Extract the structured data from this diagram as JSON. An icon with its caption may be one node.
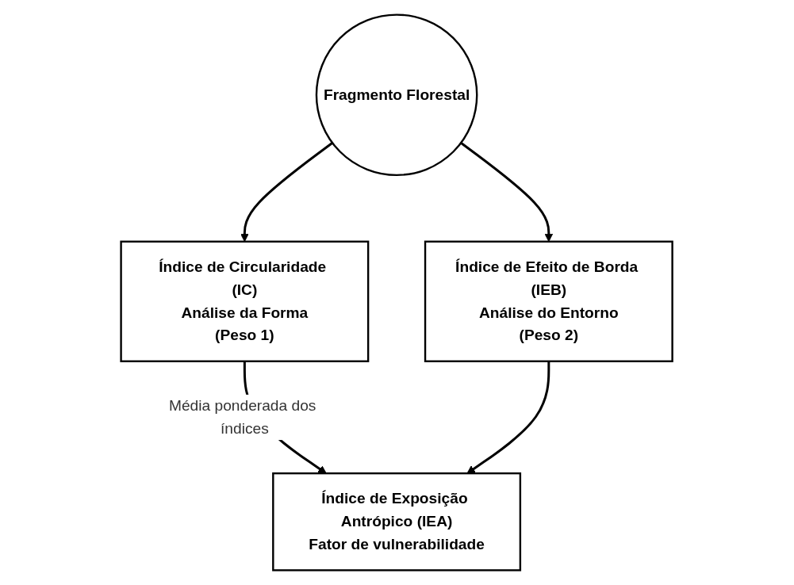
{
  "diagram": {
    "nodes": [
      {
        "text": [
          "Fragmento Florestal"
        ]
      },
      {
        "text": [
          "Índice de Circularidade (IC)",
          "Análise da Forma",
          "(Peso 1)"
        ]
      },
      {
        "text": [
          "Índice de Efeito de Borda (IEB)",
          "Análise do Entorno",
          "(Peso 2)"
        ]
      },
      {
        "text": [
          "Índice de Exposição Antrópico (IEA)",
          "Fator de vulnerabilidade"
        ]
      }
    ],
    "edges": [
      {
        "from": 0,
        "to": 1,
        "arrow": "to"
      },
      {
        "from": 0,
        "to": 2,
        "arrow": "to"
      },
      {
        "from": 1,
        "to": 3,
        "arrow": "to",
        "label": "Média ponderada dos índices"
      },
      {
        "from": 2,
        "to": 3,
        "arrow": "to"
      }
    ]
  }
}
